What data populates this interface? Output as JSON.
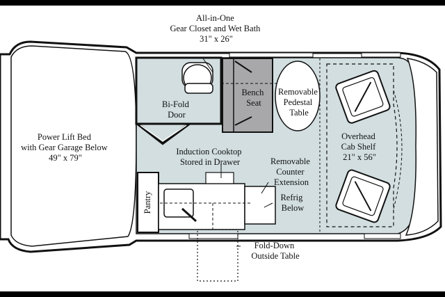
{
  "colors": {
    "floor": "#d2dee0",
    "wall": "#111111",
    "background": "#ffffff",
    "frame": "#000000",
    "bench": "#a8a8ab"
  },
  "labels": {
    "bath": [
      "All-in-One",
      "Gear Closet and Wet Bath",
      "31\" x 26\""
    ],
    "bed": [
      "Power Lift Bed",
      "with Gear Garage Below",
      "49\" x 79\""
    ],
    "door": [
      "Bi-Fold",
      "Door"
    ],
    "bench": [
      "Bench",
      "Seat"
    ],
    "table": [
      "Removable",
      "Pedestal",
      "Table"
    ],
    "shelf": [
      "Overhead",
      "Cab Shelf",
      "21\" x 56\""
    ],
    "cooktop": [
      "Induction Cooktop",
      "Stored in Drawer"
    ],
    "counter": [
      "Removable",
      "Counter",
      "Extension"
    ],
    "refrig": [
      "Refrig",
      "Below"
    ],
    "pantry": "Pantry",
    "outside_table": [
      "Fold-Down",
      "Outside Table"
    ]
  }
}
